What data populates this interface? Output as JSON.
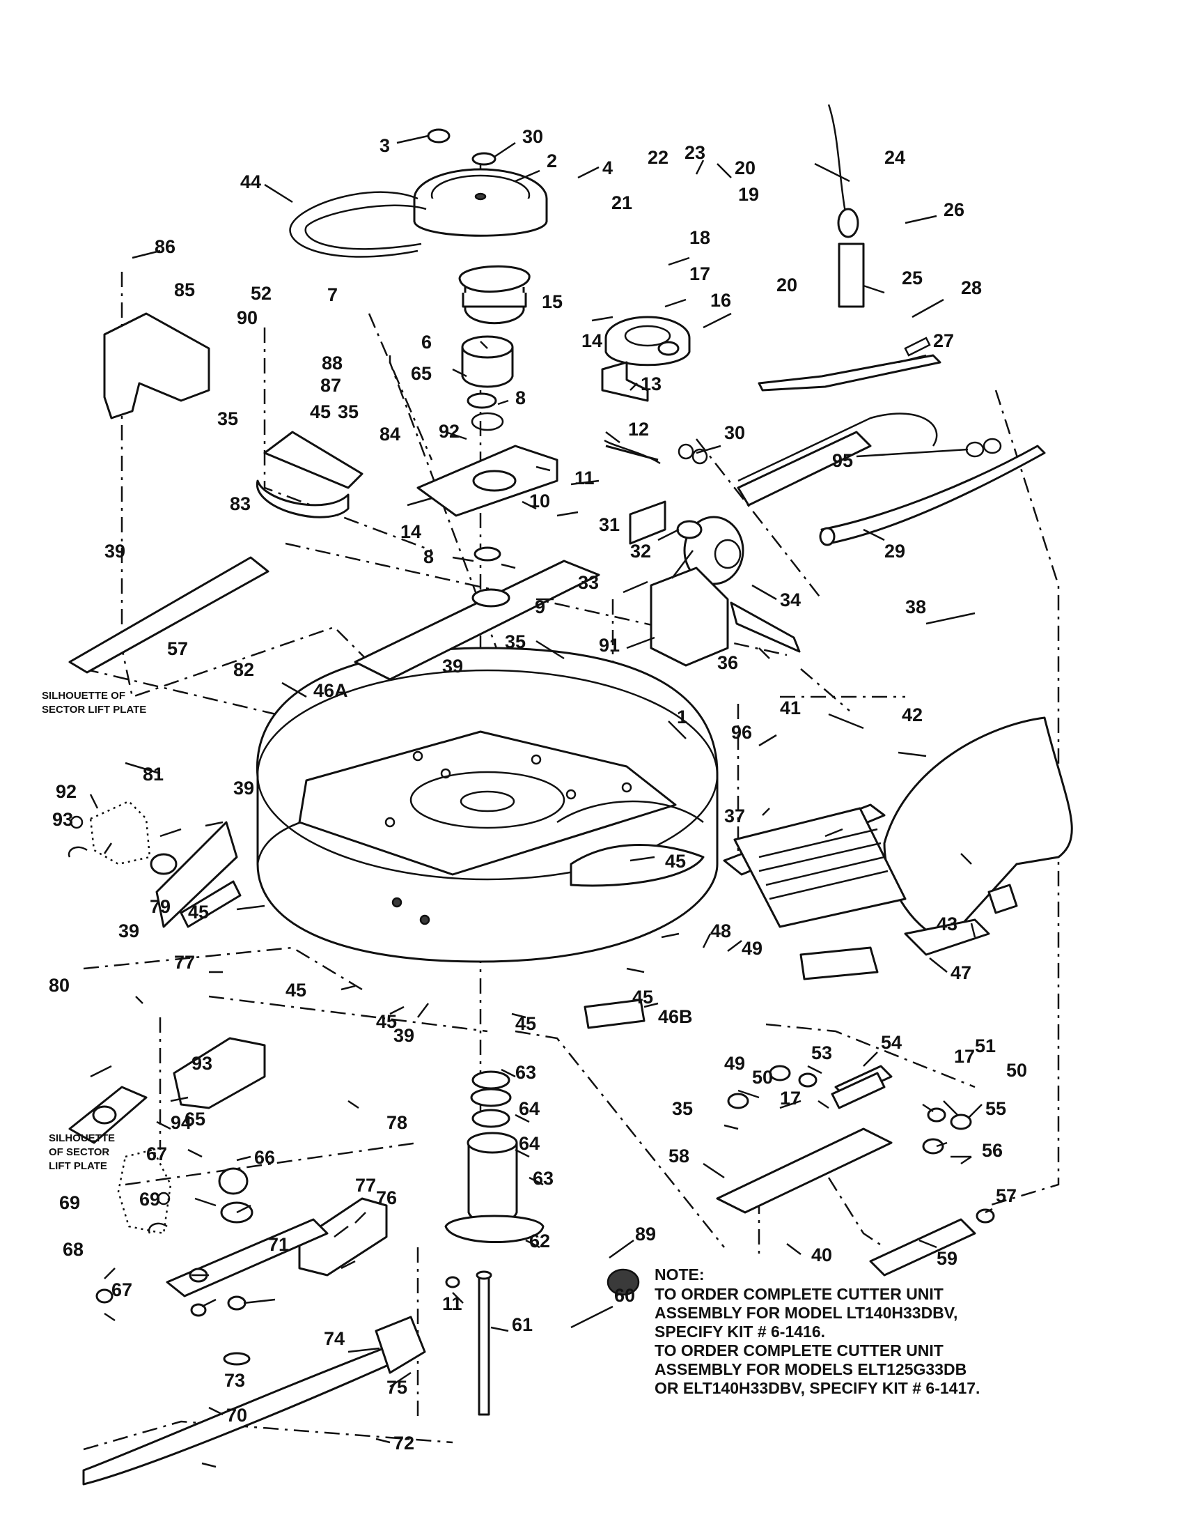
{
  "diagram": {
    "callouts": [
      "1",
      "2",
      "3",
      "4",
      "6",
      "7",
      "8",
      "8",
      "9",
      "10",
      "11",
      "11",
      "12",
      "13",
      "14",
      "14",
      "15",
      "16",
      "17",
      "17",
      "17",
      "18",
      "19",
      "20",
      "20",
      "21",
      "22",
      "23",
      "24",
      "25",
      "26",
      "27",
      "28",
      "29",
      "30",
      "30",
      "31",
      "32",
      "33",
      "34",
      "35",
      "35",
      "35",
      "35",
      "36",
      "37",
      "38",
      "39",
      "39",
      "39",
      "39",
      "39",
      "40",
      "41",
      "42",
      "43",
      "44",
      "45",
      "45",
      "45",
      "45",
      "45",
      "45",
      "45",
      "46A",
      "46B",
      "47",
      "48",
      "49",
      "49",
      "50",
      "50",
      "51",
      "52",
      "53",
      "54",
      "55",
      "56",
      "57",
      "57",
      "58",
      "59",
      "60",
      "61",
      "62",
      "63",
      "63",
      "64",
      "64",
      "65",
      "65",
      "66",
      "67",
      "67",
      "68",
      "69",
      "69",
      "70",
      "71",
      "72",
      "73",
      "74",
      "75",
      "76",
      "77",
      "77",
      "78",
      "79",
      "80",
      "81",
      "82",
      "83",
      "84",
      "85",
      "86",
      "87",
      "88",
      "89",
      "90",
      "91",
      "92",
      "92",
      "93",
      "93",
      "94",
      "95",
      "96"
    ],
    "silhouette_labels": [
      [
        "SILHOUETTE OF",
        "SECTOR LIFT PLATE"
      ],
      [
        "SILHOUETTE",
        "OF SECTOR",
        "LIFT PLATE"
      ]
    ],
    "note": [
      "NOTE:",
      "TO ORDER COMPLETE CUTTER UNIT",
      "ASSEMBLY FOR MODEL LT140H33DBV,",
      "SPECIFY KIT # 6-1416.",
      "TO ORDER COMPLETE CUTTER UNIT",
      "ASSEMBLY FOR MODELS ELT125G33DB",
      "OR ELT140H33DBV, SPECIFY KIT # 6-1417."
    ]
  }
}
